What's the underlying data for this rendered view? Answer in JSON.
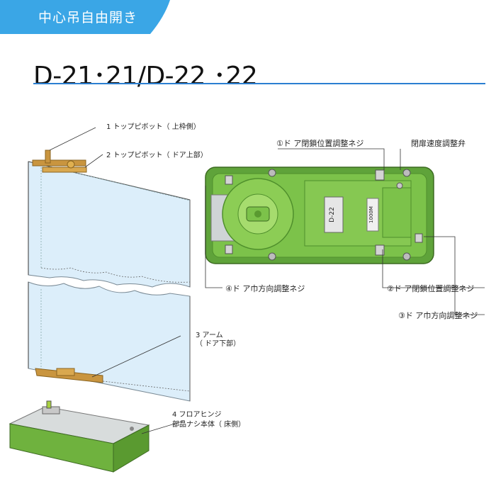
{
  "header": {
    "tab_text": "中心吊自由開き",
    "title": "D-21･21/D-22 ･22",
    "accent_color": "#3aa6e6",
    "rule_color": "#2b7fd1"
  },
  "labels": {
    "part1": "1 トップピボット（ 上枠側）",
    "part2": "2 トップピボット（ ドア上部）",
    "part3_line1": "3 アーム",
    "part3_line2": "（ ドア下部）",
    "part4_line1": "4 フロアヒンジ",
    "part4_line2": "部品ナシ本体（ 床側）",
    "adj1": "①ド ア閉鎖位置調整ネジ",
    "adj_speed": "閉扉速度調整弁",
    "adj4": "④ド ア巾方向調整ネジ",
    "adj2": "②ド ア閉鎖位置調整ネジ",
    "adj3": "③ド ア巾方向調整ネジ"
  },
  "product_marks": {
    "model": "D-22",
    "rating": "1000M"
  },
  "colors": {
    "hinge_green": "#7cc24a",
    "hinge_green_dark": "#4f8f2c",
    "glass": "#dceefa",
    "brass": "#c9953f"
  }
}
